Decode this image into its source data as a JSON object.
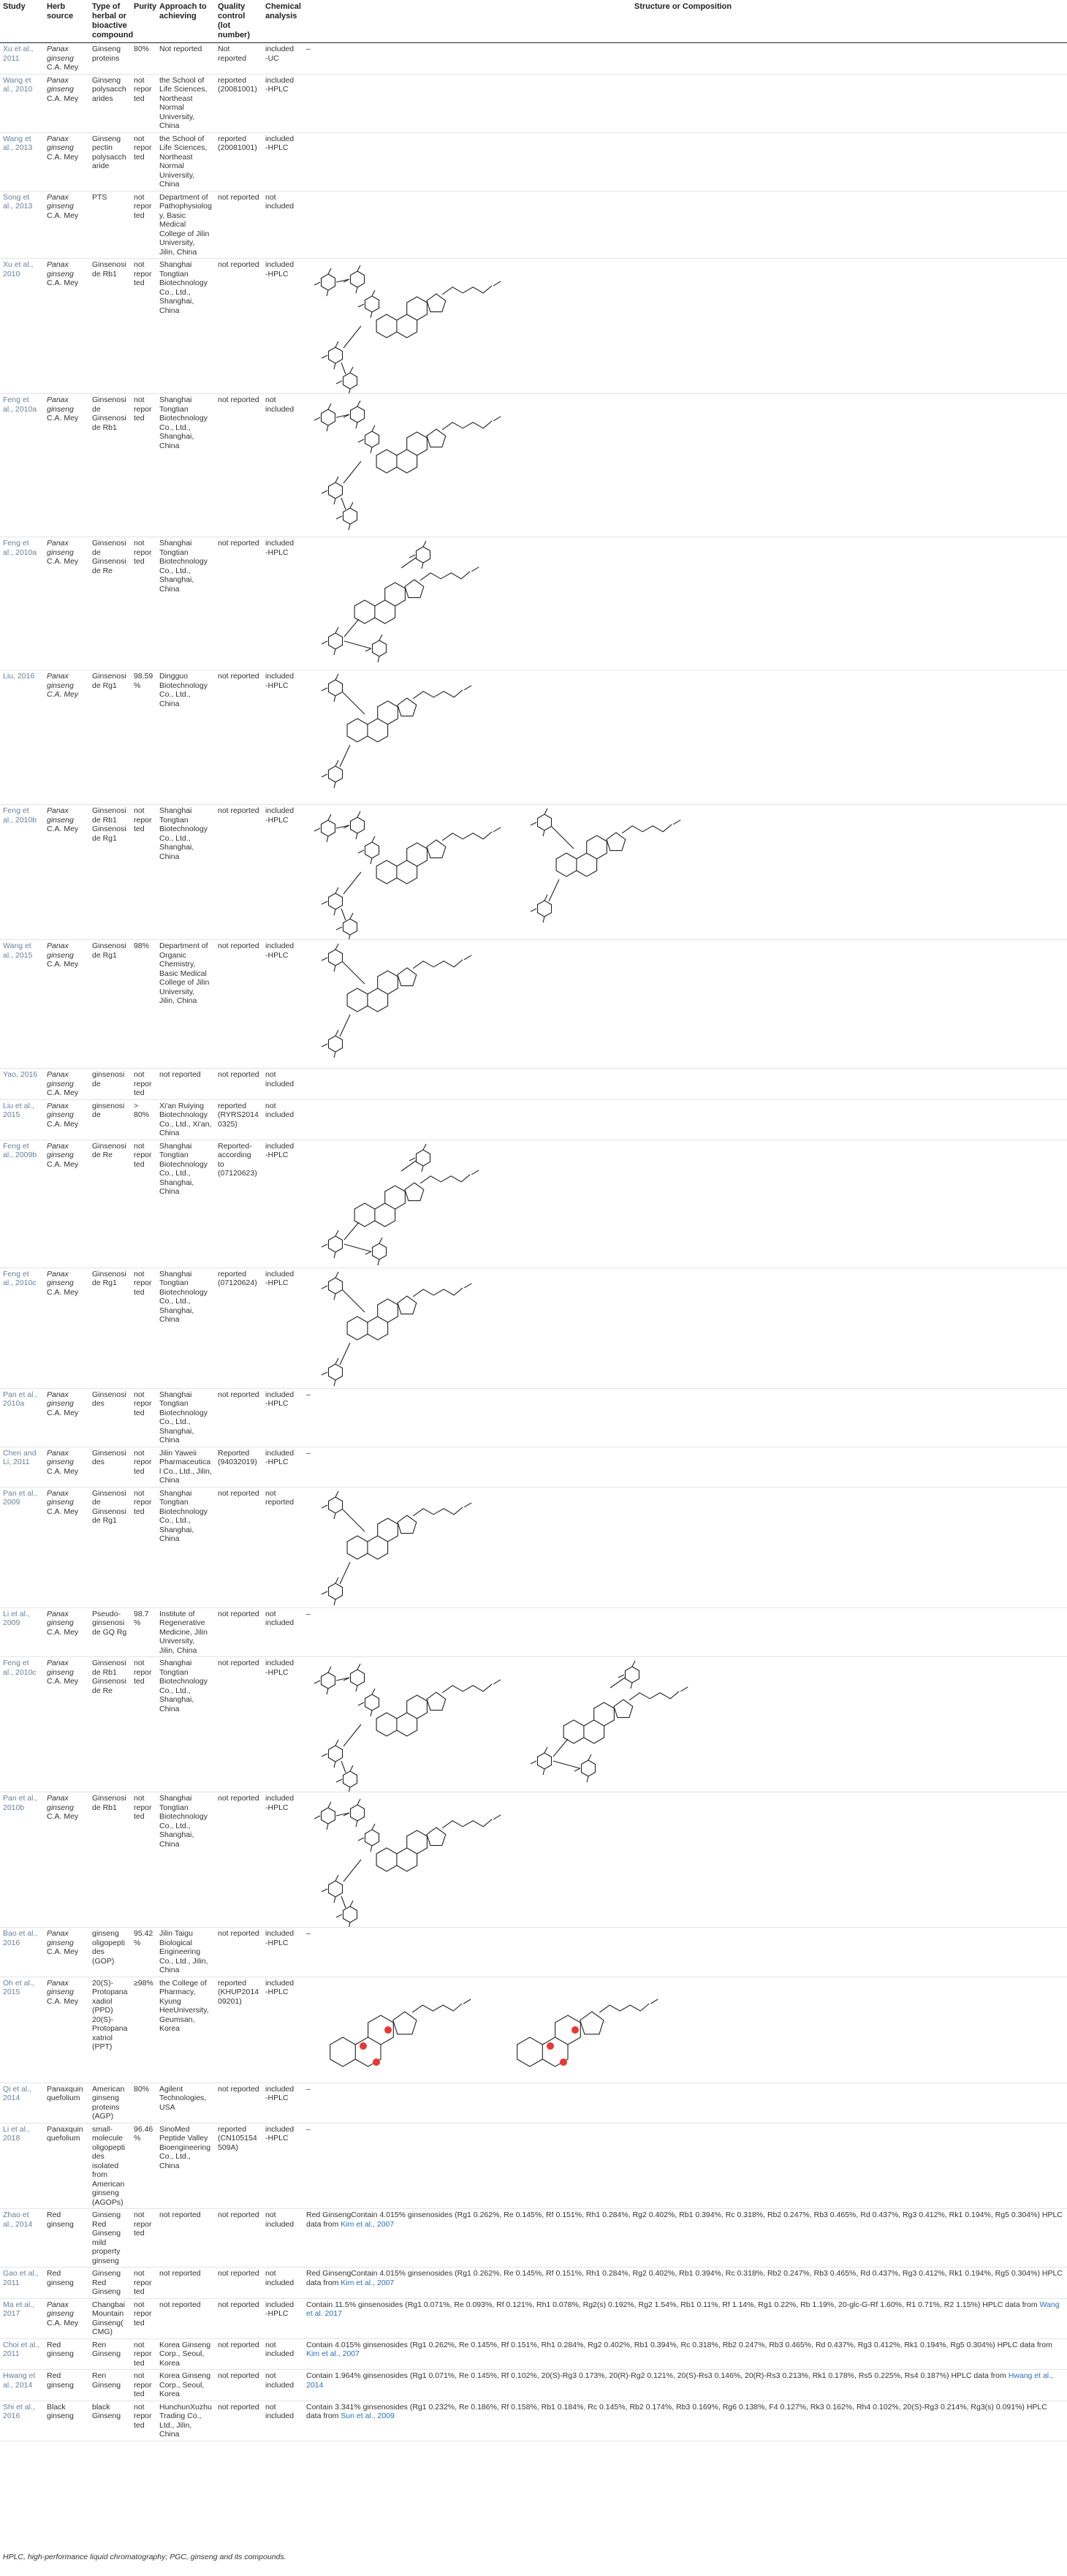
{
  "headers": [
    "Study",
    "Herb source",
    "Type of herbal or bioactive compound",
    "Purity",
    "Approach to achieving",
    "Quality control (lot number)",
    "Chemical analysis",
    "Structure or Composition"
  ],
  "rows": [
    {
      "study": "Xu et al., 2011",
      "herb_italic": "Panax ginseng",
      "herb_rest": " C.A. Mey",
      "type": "Ginseng proteins",
      "purity": "80%",
      "approach": "Not reported",
      "qc": "Not reported",
      "analysis": "included-UC",
      "struct_text": "–",
      "h": 20
    },
    {
      "study": "Wang et al., 2010",
      "herb_italic": "Panax ginseng",
      "herb_rest": " C.A. Mey",
      "type": "Ginseng polysaccharides",
      "purity": "not reported",
      "approach": "the School of Life Sciences, Northeast Normal University, China",
      "qc": "reported (20081001)",
      "analysis": "included-HPLC",
      "struct_text": "",
      "h": 40
    },
    {
      "study": "Wang et al., 2013",
      "herb_italic": "Panax ginseng",
      "herb_rest": " C.A. Mey",
      "type": "Ginseng pectin polysaccharide",
      "purity": "not reported",
      "approach": "the School of Life Sciences, Northeast Normal University, China",
      "qc": "reported (20081001)",
      "analysis": "included-HPLC",
      "struct_text": "",
      "h": 26
    },
    {
      "study": "Song et al., 2013",
      "herb_italic": "Panax ginseng",
      "herb_rest": " C.A. Mey",
      "type": "PTS",
      "purity": "not reported",
      "approach": "Department of Pathophysiology, Basic Medical College of Jilin University, Jilin, China",
      "qc": "not reported",
      "analysis": "not included",
      "struct_text": "",
      "h": 50
    },
    {
      "study": "Xu et al., 2010",
      "herb_italic": "Panax ginseng",
      "herb_rest": " C.A. Mey",
      "type": "Ginsenoside Rb1",
      "purity": "not reported",
      "approach": "Shanghai Tongtian Biotechnology Co., Ltd., Shanghai, China",
      "qc": "not reported",
      "analysis": "included-HPLC",
      "struct_text": "",
      "h": 184
    },
    {
      "study": "Feng et al., 2010a",
      "herb_italic": "Panax ginseng",
      "herb_rest": " C.A. Mey",
      "type": "Ginsenoside Ginsenoside Rb1",
      "purity": "not reported",
      "approach": "Shanghai Tongtian Biotechnology Co., Ltd., Shanghai, China",
      "qc": "not reported",
      "analysis": "not included",
      "struct_text": "",
      "h": 196
    },
    {
      "study": "Feng et al., 2010a",
      "herb_italic": "Panax ginseng",
      "herb_rest": " C.A. Mey",
      "type": "Ginsenoside Ginsenoside Re",
      "purity": "not reported",
      "approach": "Shanghai Tongtian Biotechnology Co., Ltd., Shanghai, China",
      "qc": "not reported",
      "analysis": "included-HPLC",
      "struct_text": "",
      "h": 182
    },
    {
      "study": "Liu, 2016",
      "herb_italic": "Panax ginseng C.A. Mey",
      "herb_rest": "",
      "type": "Ginsenoside Rg1",
      "purity": "98.59%",
      "approach": "Dingguo Biotechnology Co., Ltd., China",
      "qc": "not reported",
      "analysis": "included-HPLC",
      "struct_text": "",
      "h": 184
    },
    {
      "study": "Feng et al., 2010b",
      "herb_italic": "Panax ginseng",
      "herb_rest": " C.A. Mey",
      "type": "Ginsenoside Rb1 Ginsenoside Rg1",
      "purity": "not reported",
      "approach": "Shanghai Tongtian Biotechnology Co., Ltd., Shanghai, China",
      "qc": "not reported",
      "analysis": "included-HPLC",
      "struct_text": "",
      "h": 176
    },
    {
      "study": "Wang et al., 2015",
      "herb_italic": "Panax ginseng",
      "herb_rest": " C.A. Mey",
      "type": "Ginsenoside Rg1",
      "purity": "98%",
      "approach": "Department of Organic Chemistry, Basic Medical College of Jilin University, Jilin, China",
      "qc": "not reported",
      "analysis": "included-HPLC",
      "struct_text": "",
      "h": 176
    },
    {
      "study": "Yao, 2016",
      "herb_italic": "Panax ginseng",
      "herb_rest": " C.A. Mey",
      "type": "ginsenoside",
      "purity": "not reported",
      "approach": "not reported",
      "qc": "not reported",
      "analysis": "not included",
      "struct_text": "",
      "h": 27
    },
    {
      "study": "Liu et al., 2015",
      "herb_italic": "Panax ginseng",
      "herb_rest": " C.A. Mey",
      "type": "ginsenoside",
      "purity": "> 80%",
      "approach": "Xi'an Ruiying Biotechnology Co., Ltd., Xi'an, China",
      "qc": "reported (RYRS20140325)",
      "analysis": "not included",
      "struct_text": "",
      "h": 25
    },
    {
      "study": "Feng et al., 2009b",
      "herb_italic": "Panax ginseng",
      "herb_rest": " C.A. Mey",
      "type": "Ginsenoside Re",
      "purity": "not reported",
      "approach": "Shanghai Tongtian Biotechnology Co., Ltd., Shanghai, China",
      "qc": "Reported-according to (07120623)",
      "analysis": "included-HPLC",
      "struct_text": "",
      "h": 166
    },
    {
      "study": "Feng et al., 2010c",
      "herb_italic": "Panax ginseng",
      "herb_rest": " C.A. Mey",
      "type": "Ginsenoside Rg1",
      "purity": "not reported",
      "approach": "Shanghai Tongtian Biotechnology Co., Ltd., Shanghai, China",
      "qc": "reported (07120624)",
      "analysis": "included-HPLC",
      "struct_text": "",
      "h": 162
    },
    {
      "study": "Pan et al., 2010a",
      "herb_italic": "Panax ginseng",
      "herb_rest": " C.A. Mey",
      "type": "Ginsenosides",
      "purity": "not reported",
      "approach": "Shanghai Tongtian Biotechnology Co., Ltd., Shanghai, China",
      "qc": "not reported",
      "analysis": "included-HPLC",
      "struct_text": "–",
      "h": 40
    },
    {
      "study": "Chen and Li, 2011",
      "herb_italic": "Panax ginseng",
      "herb_rest": " C.A. Mey",
      "type": "Ginsenosides",
      "purity": "not reported",
      "approach": "Jilin Yaweii Pharmaceutical Co., Ltd., Jilin, China",
      "qc": "Reported (94032019)",
      "analysis": "included-HPLC",
      "struct_text": "–",
      "h": 26
    },
    {
      "study": "Pan et al., 2009",
      "herb_italic": "Panax ginseng",
      "herb_rest": " C.A. Mey",
      "type": "Ginsenoside Ginsenoside Rg1",
      "purity": "not reported",
      "approach": "Shanghai Tongtian Biotechnology Co., Ltd., Shanghai, China",
      "qc": "not reported",
      "analysis": "not reported",
      "struct_text": "",
      "h": 140
    },
    {
      "study": "Li et al., 2009",
      "herb_italic": "Panax ginseng",
      "herb_rest": " C.A. Mey",
      "type": "Pseudo- ginsenoside GQ Rg",
      "purity": "98.7%",
      "approach": "Institute of Regenerative Medicine, Jilin University, Jilin, China",
      "qc": "not reported",
      "analysis": "not included",
      "struct_text": "–",
      "h": 40
    },
    {
      "study": "Feng et al., 2010c",
      "herb_italic": "Panax ginseng",
      "herb_rest": " C.A. Mey",
      "type": "Ginsenoside Rb1 Ginsenoside Re",
      "purity": "not reported",
      "approach": "Shanghai Tongtian Biotechnology Co., Ltd., Shanghai, China",
      "qc": "not reported",
      "analysis": "included-HPLC",
      "struct_text": "",
      "h": 158
    },
    {
      "study": "Pan et al., 2010b",
      "herb_italic": "Panax ginseng",
      "herb_rest": " C.A. Mey",
      "type": "Ginsenoside Rb1",
      "purity": "not reported",
      "approach": "Shanghai Tongtian Biotechnology Co., Ltd., Shanghai, China",
      "qc": "not reported",
      "analysis": "included-HPLC",
      "struct_text": "",
      "h": 128
    },
    {
      "study": "Bao et al., 2016",
      "herb_italic": "Panax ginseng",
      "herb_rest": " C.A. Mey",
      "type": "ginseng oligopeptides (GOP)",
      "purity": "95.42%",
      "approach": "Jilin Taigu Biological Engineering Co., Ltd., Jilin, China",
      "qc": "not reported",
      "analysis": "included-HPLC",
      "struct_text": "–",
      "h": 48
    },
    {
      "study": "Oh et al., 2015",
      "herb_italic": "Panax ginseng",
      "herb_rest": " C.A. Mey",
      "type": "20(S)-Protopanaxadiol (PPD) 20(S)-Protopanaxatriol (PPT)",
      "purity": "≥98%",
      "approach": "the College of Pharmacy, Kyung HeeUniversity, Geumsan, Korea",
      "qc": "reported (KHUP201409201)",
      "analysis": "included-HPLC",
      "struct_text": "",
      "h": 144
    },
    {
      "study": "Qi et al., 2014",
      "herb_italic": "",
      "herb_rest": "Panaxquinquefolium",
      "type": "American ginseng proteins (AGP)",
      "purity": "80%",
      "approach": "Agilent Technologies, USA",
      "qc": "not reported",
      "analysis": "included-HPLC",
      "struct_text": "–",
      "h": 26
    },
    {
      "study": "Li et al., 2018",
      "herb_italic": "",
      "herb_rest": "Panaxquinquefolium",
      "type": "small-molecule oligopeptides isolated from American ginseng (AGOPs)",
      "purity": "96.46%",
      "approach": "SinoMed Peptide Valley Bioengineering Co., Ltd., China",
      "qc": "reported (CN105154509A)",
      "analysis": "included-HPLC",
      "struct_text": "–",
      "h": 54
    },
    {
      "study": "Zhao et al., 2014",
      "herb_italic": "",
      "herb_rest": "Red ginseng",
      "type": "Ginseng Red Ginseng mild property ginseng",
      "purity": "not reported",
      "approach": "not reported",
      "qc": "not reported",
      "analysis": "not included",
      "struct_text": "Red GinsengContain 4.015% ginsenosides (Rg1 0.262%, Re 0.145%, Rf 0.151%, Rh1 0.284%, Rg2 0.402%, Rb1 0.394%, Rc 0.318%, Rb2 0.247%, Rb3 0.465%, Rd 0.437%, Rg3 0.412%, Rk1 0.194%, Rg5 0.304%) HPLC data from ",
      "cite": "Kim et al., 2007",
      "struct_after": "",
      "h": 54
    },
    {
      "study": "Gao et al., 2011",
      "herb_italic": "",
      "herb_rest": "Red ginseng",
      "type": "Ginseng Red Ginseng",
      "purity": "not reported",
      "approach": "not reported",
      "qc": "not reported",
      "analysis": "not included",
      "struct_text": "Red GinsengContain 4.015% ginsenosides (Rg1 0.262%, Re 0.145%, Rf 0.151%, Rh1 0.284%, Rg2 0.402%, Rb1 0.394%, Rc 0.318%, Rb2 0.247%, Rb3 0.465%, Rd 0.437%, Rg3 0.412%, Rk1 0.194%, Rg5 0.304%) HPLC data from ",
      "cite": "Kim et al., 2007",
      "struct_after": "",
      "h": 40
    },
    {
      "study": "Ma et al., 2017",
      "herb_italic": "Panax ginseng",
      "herb_rest": " C.A. Mey",
      "type": "Changbai Mountain Ginseng(CMG)",
      "purity": "not reported",
      "approach": "not reported",
      "qc": "not reported",
      "analysis": "included-HPLC",
      "struct_text": "Contain 11.5% ginsenosides (Rg1 0.071%, Re 0.093%, Rf 0.121%, Rh1 0.078%, Rg2(s) 0.192%, Rg2 1.54%, Rb1 0.11%, Rf 1.14%, Rg1 0.22%, Rb 1.19%, 20-glc-G-Rf 1.60%, R1 0.71%, R2 1.15%) HPLC data from ",
      "cite": "Wang et al. 2017",
      "struct_after": "",
      "h": 40
    },
    {
      "study": "Choi et al., 2011",
      "herb_italic": "",
      "herb_rest": "Red ginseng",
      "type": "Ren Ginseng",
      "purity": "not reported",
      "approach": "Korea Ginseng Corp., Seoul, Korea",
      "qc": "not reported",
      "analysis": "not included",
      "struct_text": "Contain 4.015% ginsenosides (Rg1 0.262%, Re 0.145%, Rf 0.151%, Rh1 0.284%, Rg2 0.402%, Rb1 0.394%, Rc 0.318%, Rb2 0.247%, Rb3 0.465%, Rd 0.437%, Rg3 0.412%, Rk1 0.194%, Rg5 0.304%) HPLC data from ",
      "cite": "Kim et al., 2007",
      "struct_after": "",
      "h": 40
    },
    {
      "study": "Hwang et al., 2014",
      "herb_italic": "",
      "herb_rest": "Red ginseng",
      "type": "Ren Ginseng",
      "purity": "not reported",
      "approach": "Korea Ginseng Corp., Seoul, Korea",
      "qc": "not reported",
      "analysis": "not included",
      "struct_text": "Contain 1.964% ginsenosides (Rg1 0.071%, Re 0.145%, Rf 0.102%, 20(S)-Rg3 0.173%, 20(R)-Rg2 0.121%, 20(S)-Rs3 0.146%, 20(R)-Rs3 0.213%, Rk1 0.178%, Rs5 0.225%, Rs4 0.187%) HPLC data from ",
      "cite": "Hwang et al., 2014",
      "struct_after": "",
      "h": 40
    },
    {
      "study": "Shi et al., 2016",
      "herb_italic": "",
      "herb_rest": "Black ginseng",
      "type": "black Ginseng",
      "purity": "not reported",
      "approach": "HunchunXuzhu Trading Co., Ltd., Jilin, China",
      "qc": "not reported",
      "analysis": "not included",
      "struct_text": "Contain 3.341% ginsenosides (Rg1 0.232%, Re 0.186%, Rf 0.158%, Rb1 0.184%, Rc 0.145%, Rb2 0.174%, Rb3 0.169%, Rg6 0.138%, F4 0.127%, Rk3 0.162%, Rh4 0.102%, 20(S)-Rg3 0.214%, Rg3(s) 0.091%) HPLC data from ",
      "cite": "Sun et al., 2009",
      "struct_after": "",
      "h": 44
    }
  ],
  "structures": [
    "",
    "",
    "",
    "",
    "saponin-a",
    "saponin-a",
    "saponin-b",
    "saponin-c",
    "saponin-a+c",
    "saponin-c",
    "",
    "",
    "saponin-b",
    "saponin-c",
    "",
    "",
    "saponin-c",
    "",
    "saponin-a+b",
    "saponin-a",
    "",
    "sapogenin-pair",
    "",
    "",
    "",
    "",
    "",
    "",
    "",
    ""
  ],
  "footnote": "HPLC, high-performance liquid chromatography; PGC, ginseng and its compounds."
}
